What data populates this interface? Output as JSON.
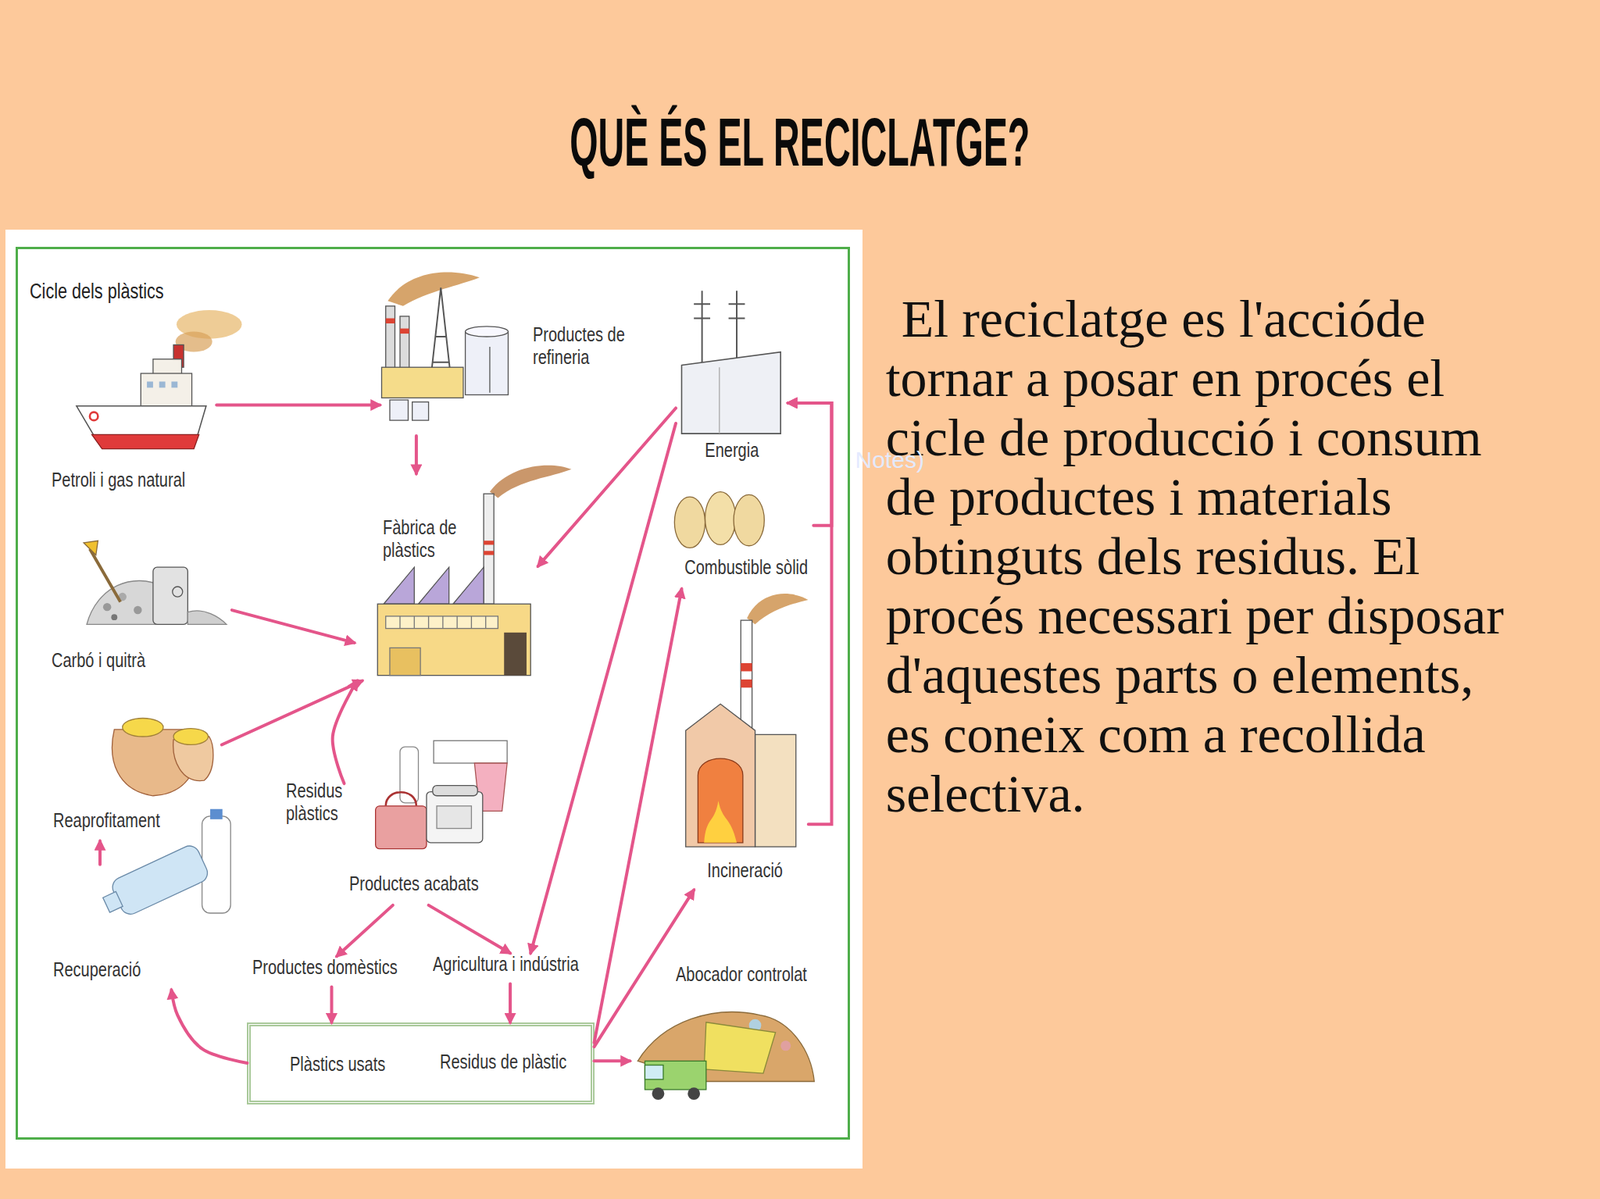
{
  "diagram": {
    "title": "QUÈ ÉS EL RECICLATGE?",
    "nodes": [
      {
        "text": [
          "Cicle dels plàstics"
        ]
      },
      {
        "text": [
          "Petroli i gas natural"
        ],
        "in": 0
      },
      {
        "text": [
          "Productes de refineria"
        ],
        "in": 0
      },
      {
        "text": [
          "Energia"
        ],
        "in": 0
      },
      {
        "text": [
          "Fàbrica de plàstics"
        ],
        "in": 0
      },
      {
        "text": [
          "Combustible sòlid"
        ],
        "in": 0
      },
      {
        "text": [
          "Carbó i quitrà"
        ],
        "in": 0
      },
      {
        "text": [
          "Reaprofitament"
        ],
        "in": 0
      },
      {
        "text": [
          "Productes acabats"
        ],
        "in": 0
      },
      {
        "text": [
          "Incineració"
        ],
        "in": 0
      },
      {
        "text": [
          "Recuperació"
        ],
        "in": 0
      },
      {
        "text": [
          "Productes domèstics"
        ],
        "in": 0
      },
      {
        "text": [
          "Agricultura i indústria"
        ],
        "in": 0
      },
      {
        "text": [
          "Abocador controlat"
        ],
        "in": 0
      },
      {
        "text": [
          "Plàstics usats",
          "Residus de plàstic"
        ],
        "in": 0
      }
    ],
    "edges": [
      {
        "from": 1,
        "to": 2,
        "arrow": "to"
      },
      {
        "from": 2,
        "to": 4,
        "arrow": "to"
      },
      {
        "from": 6,
        "to": 4,
        "arrow": "to"
      },
      {
        "from": 7,
        "to": 4,
        "arrow": "to"
      },
      {
        "from": 3,
        "to": 4,
        "arrow": "to"
      },
      {
        "from": 3,
        "to": 12,
        "arrow": "to"
      },
      {
        "from": 8,
        "to": 4,
        "label": "Residus plàstics",
        "arrow": "to"
      },
      {
        "from": 8,
        "to": 11,
        "arrow": "to"
      },
      {
        "from": 8,
        "to": 12,
        "arrow": "to"
      },
      {
        "from": 11,
        "to": 14,
        "arrow": "to"
      },
      {
        "from": 12,
        "to": 14,
        "arrow": "to"
      },
      {
        "from": 14,
        "to": 10,
        "arrow": "to"
      },
      {
        "from": 10,
        "to": 7,
        "arrow": "to"
      },
      {
        "from": 14,
        "to": 5,
        "arrow": "to"
      },
      {
        "from": 14,
        "to": 9,
        "arrow": "to"
      },
      {
        "from": 14,
        "to": 13,
        "arrow": "to"
      },
      {
        "from": 9,
        "to": 3,
        "arrow": "to"
      },
      {
        "from": 5,
        "to": 3,
        "arrow": "to"
      }
    ],
    "labels": [
      "El reciclatge es l'accióde tornar a posar en procés el cicle de producció i consum de productes i materials obtinguts dels residus. El procés necessari per disposar d'aquestes parts o elements, es coneix com a recollida selectiva.",
      "Notes)"
    ]
  }
}
